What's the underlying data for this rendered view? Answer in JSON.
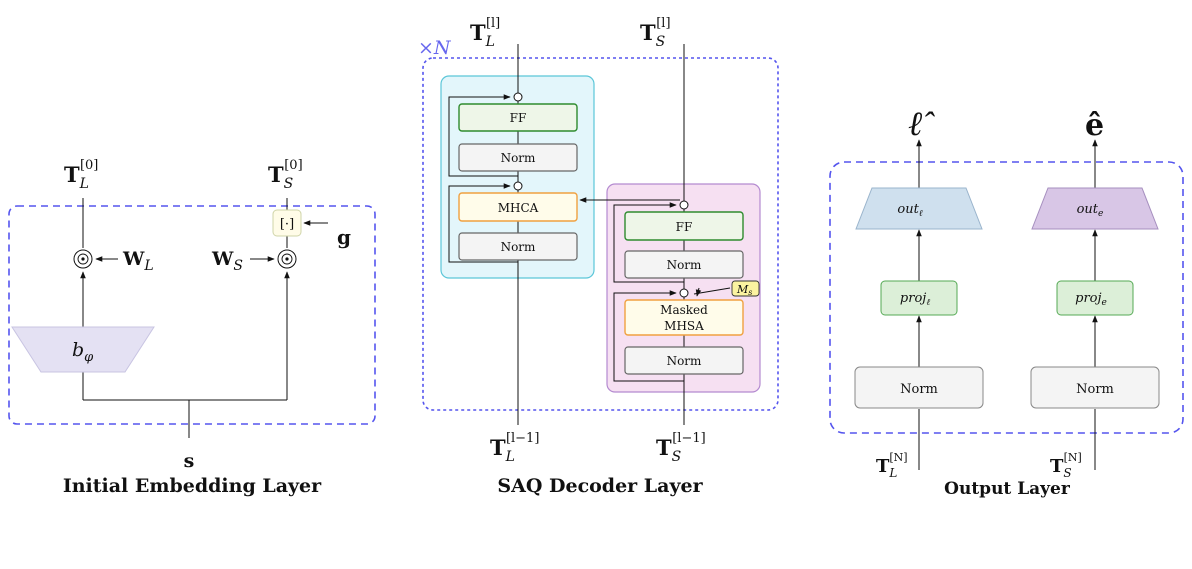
{
  "initial": {
    "caption": "Initial Embedding Layer",
    "tl_base": "T",
    "tl_sub": "L",
    "tl_sup": "[0]",
    "ts_base": "T",
    "ts_sub": "S",
    "ts_sup": "[0]",
    "wl_base": "W",
    "wl_sub": "L",
    "ws_base": "W",
    "ws_sub": "S",
    "g": "g",
    "bphi_base": "b",
    "bphi_sub": "φ",
    "bracket": "[·]",
    "s": "s"
  },
  "decoder": {
    "caption": "SAQ Decoder Layer",
    "repeat_label": "×N",
    "top_l_base": "T",
    "top_l_sub": "L",
    "top_l_sup": "[l]",
    "top_s_base": "T",
    "top_s_sub": "S",
    "top_s_sup": "[l]",
    "bot_l_base": "T",
    "bot_l_sub": "L",
    "bot_l_sup": "[l−1]",
    "bot_s_base": "T",
    "bot_s_sub": "S",
    "bot_s_sup": "[l−1]",
    "left_blocks": {
      "ff": "FF",
      "norm1": "Norm",
      "mhca": "MHCA",
      "norm2": "Norm"
    },
    "right_blocks": {
      "ff": "FF",
      "norm1": "Norm",
      "masked_1": "Masked",
      "masked_2": "MHSA",
      "norm2": "Norm"
    },
    "mask_base": "M",
    "mask_sub": "s"
  },
  "output": {
    "caption": "Output Layer",
    "ell_hat": "ℓ̂",
    "e_hat": "ê",
    "out_l_base": "out",
    "out_l_sub": "ℓ",
    "out_e_base": "out",
    "out_e_sub": "e",
    "proj_l_base": "proj",
    "proj_l_sub": "ℓ",
    "proj_e_base": "proj",
    "proj_e_sub": "e",
    "norm_l": "Norm",
    "norm_e": "Norm",
    "in_l_base": "T",
    "in_l_sub": "L",
    "in_l_sup": "[N]",
    "in_s_base": "T",
    "in_s_sub": "S",
    "in_s_sup": "[N]"
  },
  "colors": {
    "dash_border": "#5555ee",
    "cyan_fill": "#e3f6fb",
    "cyan_stroke": "#5bc6d8",
    "pink_fill": "#f6e0f2",
    "pink_stroke": "#b48ad0",
    "green_fill": "#eef6e8",
    "green_stroke": "#2e8b2e",
    "orange_fill": "#fffcea",
    "orange_stroke": "#f0a040",
    "norm_fill": "#f4f4f4",
    "norm_stroke": "#666666",
    "lavender": "#e4e1f3",
    "light_blue": "#cfe0ee",
    "purple": "#d8c6e6",
    "proj_fill": "#dcefd8",
    "proj_stroke": "#55aa55",
    "mask_fill": "#fbf3a0"
  }
}
